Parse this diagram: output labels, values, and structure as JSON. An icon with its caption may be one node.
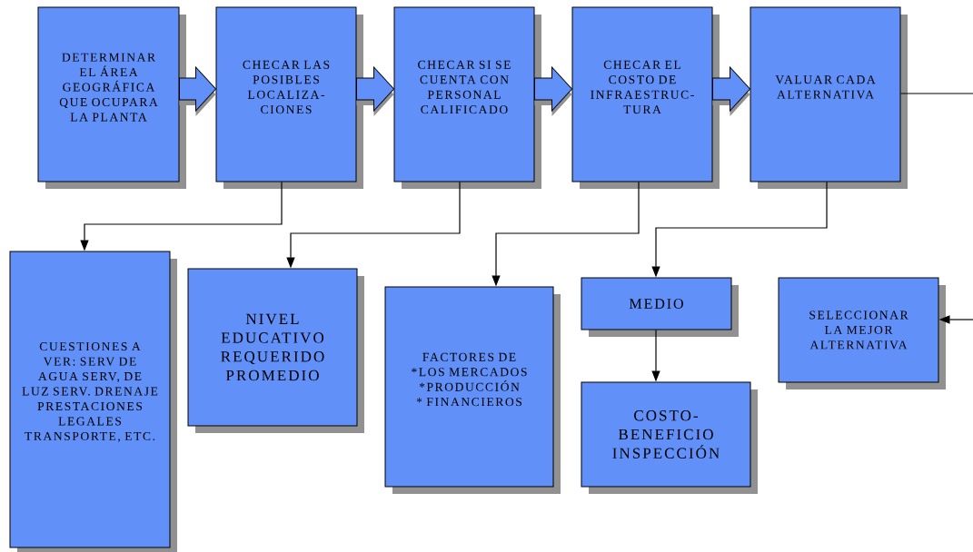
{
  "diagram": {
    "nodes": [
      {
        "text": [
          "DETERMINAR EL ÁREA GEOGRÁFICA QUE OCUPARA LA PLANTA"
        ]
      },
      {
        "text": [
          "CHECAR LAS POSIBLES LOCALIZA- CIONES"
        ]
      },
      {
        "text": [
          "CHECAR SI SE CUENTA CON PERSONAL CALIFICADO"
        ]
      },
      {
        "text": [
          "CHECAR EL COSTO DE INFRAESTRUC- TURA"
        ]
      },
      {
        "text": [
          "VALUAR CADA ALTERNATIVA"
        ]
      },
      {
        "text": [
          "CUESTIONES A VER: SERV DE AGUA SERV, DE LUZ SERV. DRENAJE PRESTACIONES LEGALES TRANSPORTE, ETC."
        ]
      },
      {
        "text": [
          "NIVEL EDUCATIVO REQUERIDO PROMEDIO"
        ]
      },
      {
        "text": [
          "FACTORES DE *LOS MERCADOS *PRODUCCIÓN * FINANCIEROS"
        ]
      },
      {
        "text": [
          "MEDIO"
        ]
      },
      {
        "text": [
          "COSTO- BENEFICIO INSPECCIÓN"
        ]
      },
      {
        "text": [
          "SELECCIONAR LA MEJOR ALTERNATIVA"
        ]
      }
    ],
    "edges": [
      {
        "from": 0,
        "to": 1,
        "arrow": "to",
        "style": "thick"
      },
      {
        "from": 1,
        "to": 2,
        "arrow": "to",
        "style": "thick"
      },
      {
        "from": 2,
        "to": 3,
        "arrow": "to",
        "style": "thick"
      },
      {
        "from": 3,
        "to": 4,
        "arrow": "to",
        "style": "thick"
      },
      {
        "from": 1,
        "to": 5,
        "arrow": "to"
      },
      {
        "from": 2,
        "to": 6,
        "arrow": "to"
      },
      {
        "from": 3,
        "to": 7,
        "arrow": "to"
      },
      {
        "from": 4,
        "to": 8,
        "arrow": "to"
      },
      {
        "from": 8,
        "to": 9,
        "arrow": "to"
      },
      {
        "from": 4,
        "to": null,
        "arrow": "none"
      },
      {
        "from": null,
        "to": 10,
        "arrow": "to"
      }
    ]
  }
}
